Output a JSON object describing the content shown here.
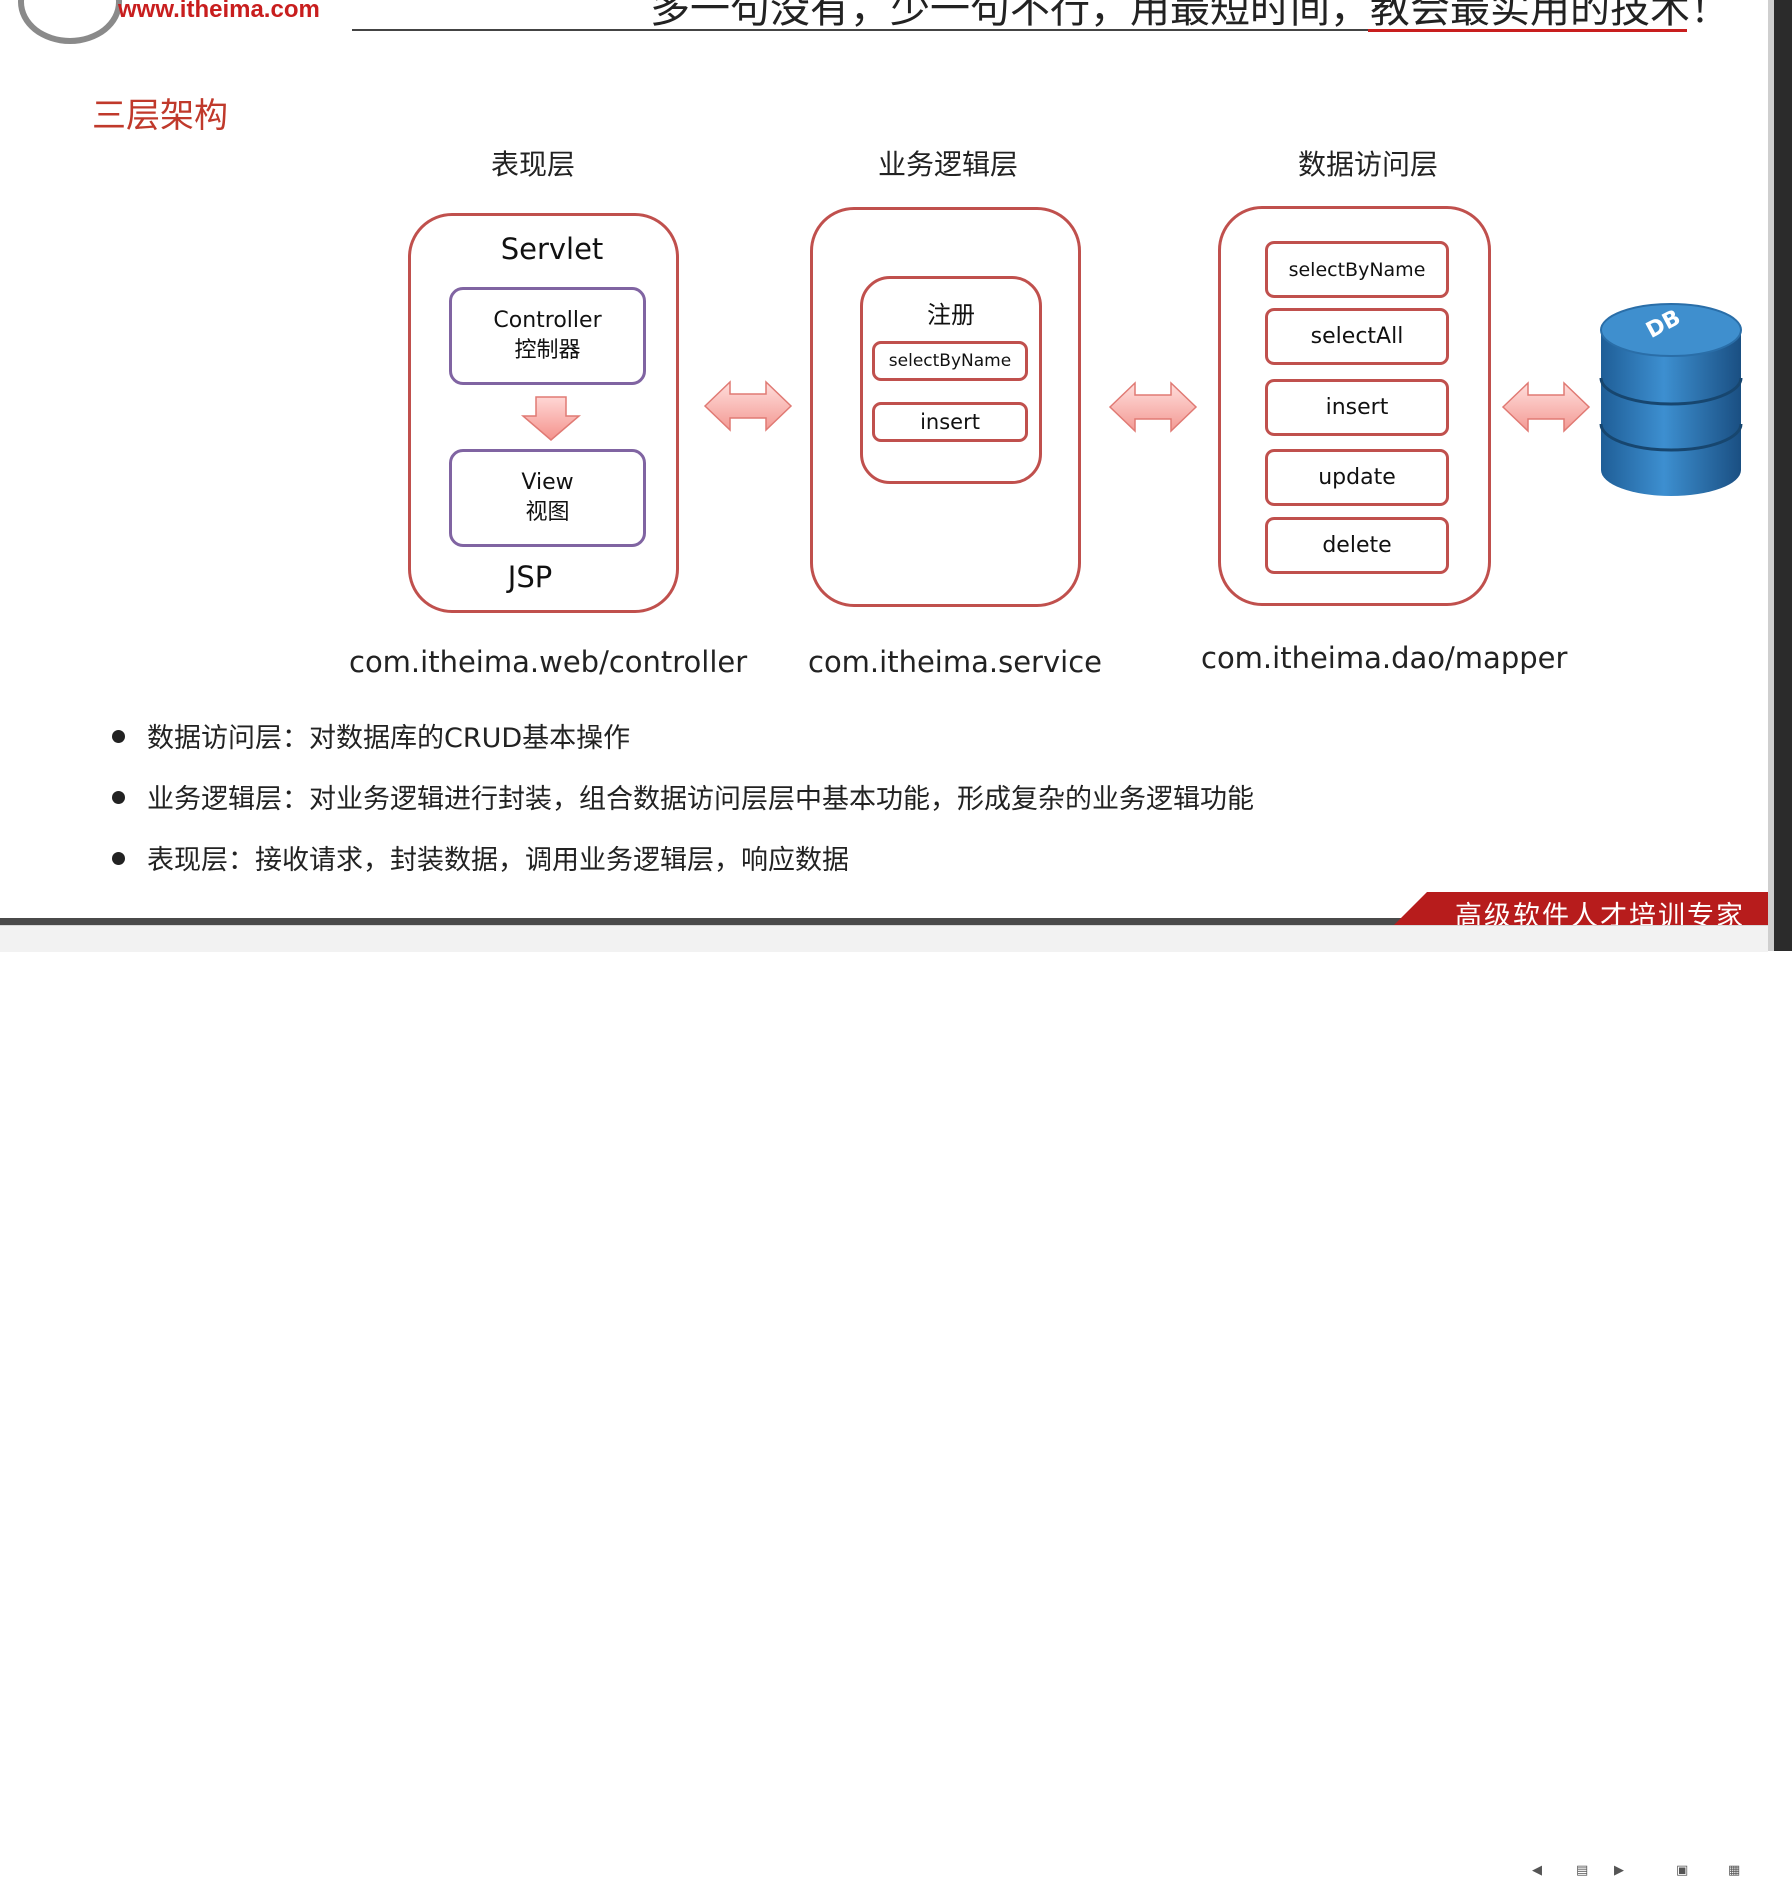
{
  "header": {
    "logo_text": "www.itheima.com",
    "slogan": "多一句没有，少一句不行，用最短时间，教会最实用的技术！"
  },
  "title": "三层架构",
  "layers": [
    {
      "title": "表现层",
      "package": "com.itheima.web/controller"
    },
    {
      "title": "业务逻辑层",
      "package": "com.itheima.service"
    },
    {
      "title": "数据访问层",
      "package": "com.itheima.dao/mapper"
    }
  ],
  "presentation": {
    "top_label": "Servlet",
    "controller_en": "Controller",
    "controller_cn": "控制器",
    "view_en": "View",
    "view_cn": "视图",
    "bottom_label": "JSP"
  },
  "service": {
    "group_label": "注册",
    "methods": [
      "selectByName",
      "insert"
    ]
  },
  "dao": {
    "methods": [
      "selectByName",
      "selectAll",
      "insert",
      "update",
      "delete"
    ]
  },
  "db_label": "DB",
  "bullets": [
    "数据访问层：对数据库的CRUD基本操作",
    "业务逻辑层：对业务逻辑进行封装，组合数据访问层层中基本功能，形成复杂的业务逻辑功能",
    "表现层：接收请求，封装数据，调用业务逻辑层，响应数据"
  ],
  "footer": {
    "tagline": "高级软件人才培训专家"
  },
  "colors": {
    "accent": "#c0504d",
    "purple": "#8064a2",
    "title_red": "#c0392b",
    "db_blue": "#2e75b6"
  }
}
